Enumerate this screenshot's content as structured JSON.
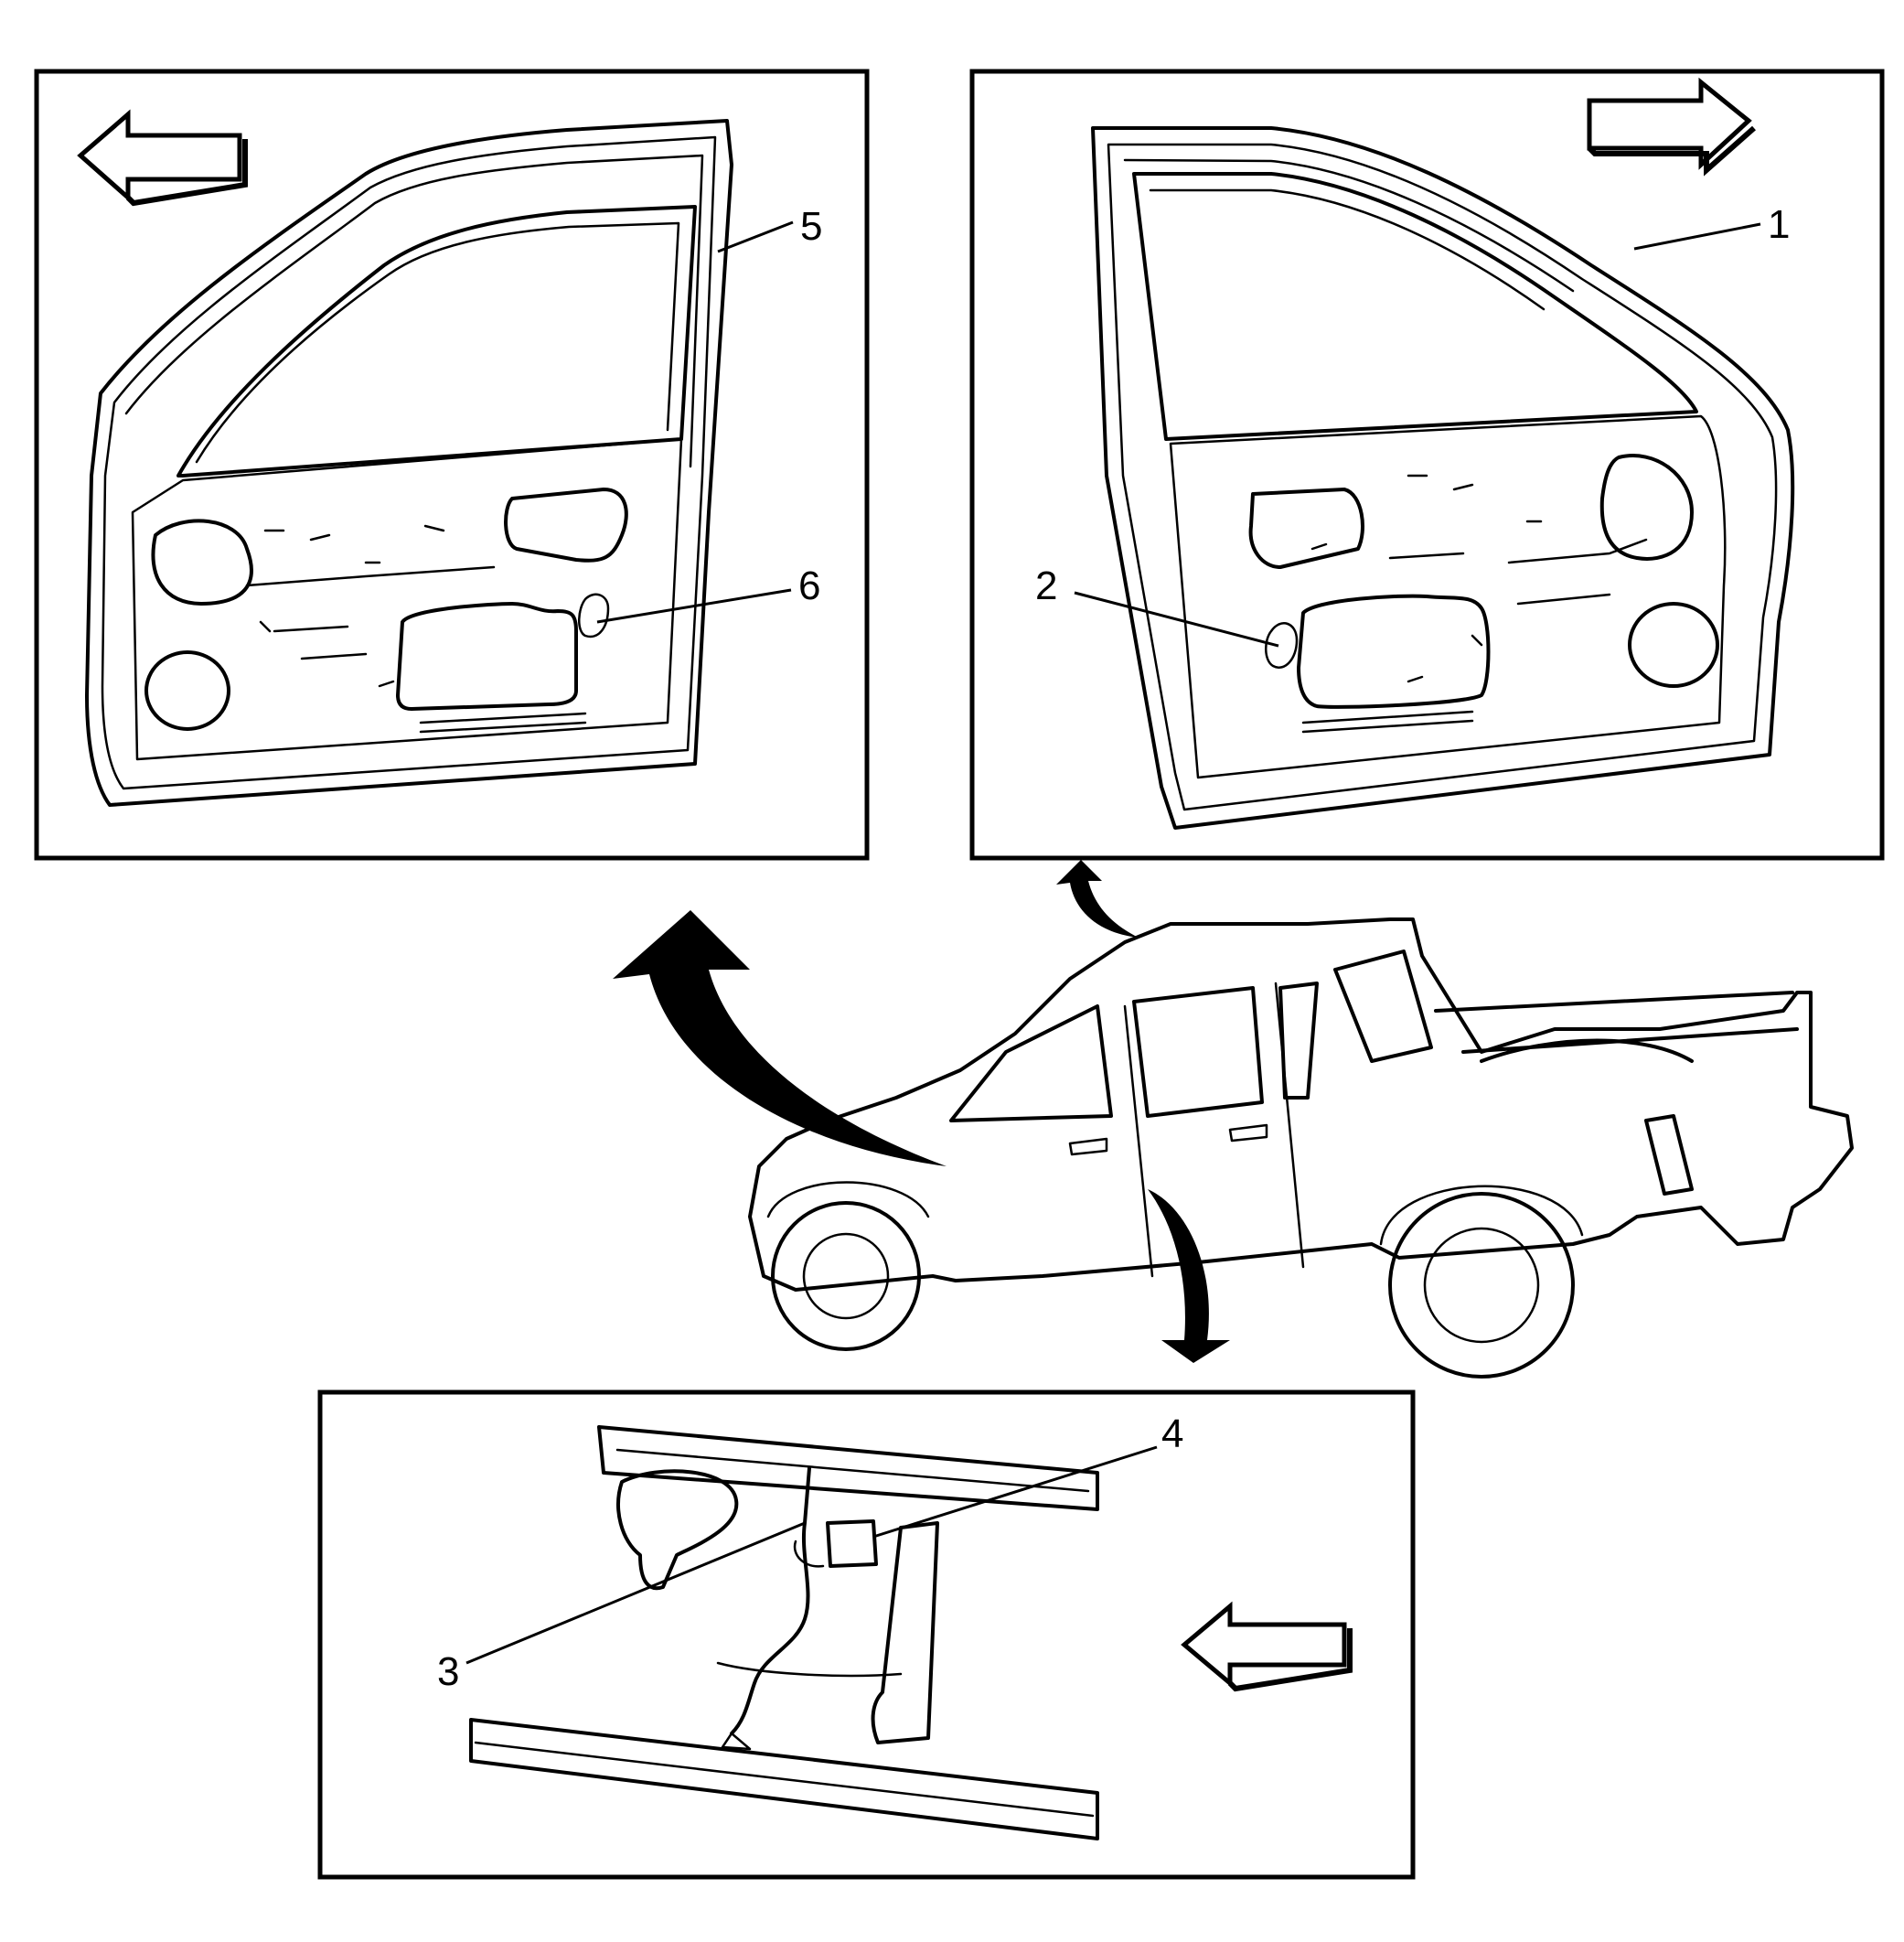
{
  "callouts": {
    "c1": "1",
    "c2": "2",
    "c3": "3",
    "c4": "4",
    "c5": "5",
    "c6": "6"
  },
  "colors": {
    "line": "#000000",
    "background": "#ffffff"
  },
  "icons": {
    "direction_left": "arrow-left-icon",
    "direction_right": "arrow-right-icon"
  }
}
